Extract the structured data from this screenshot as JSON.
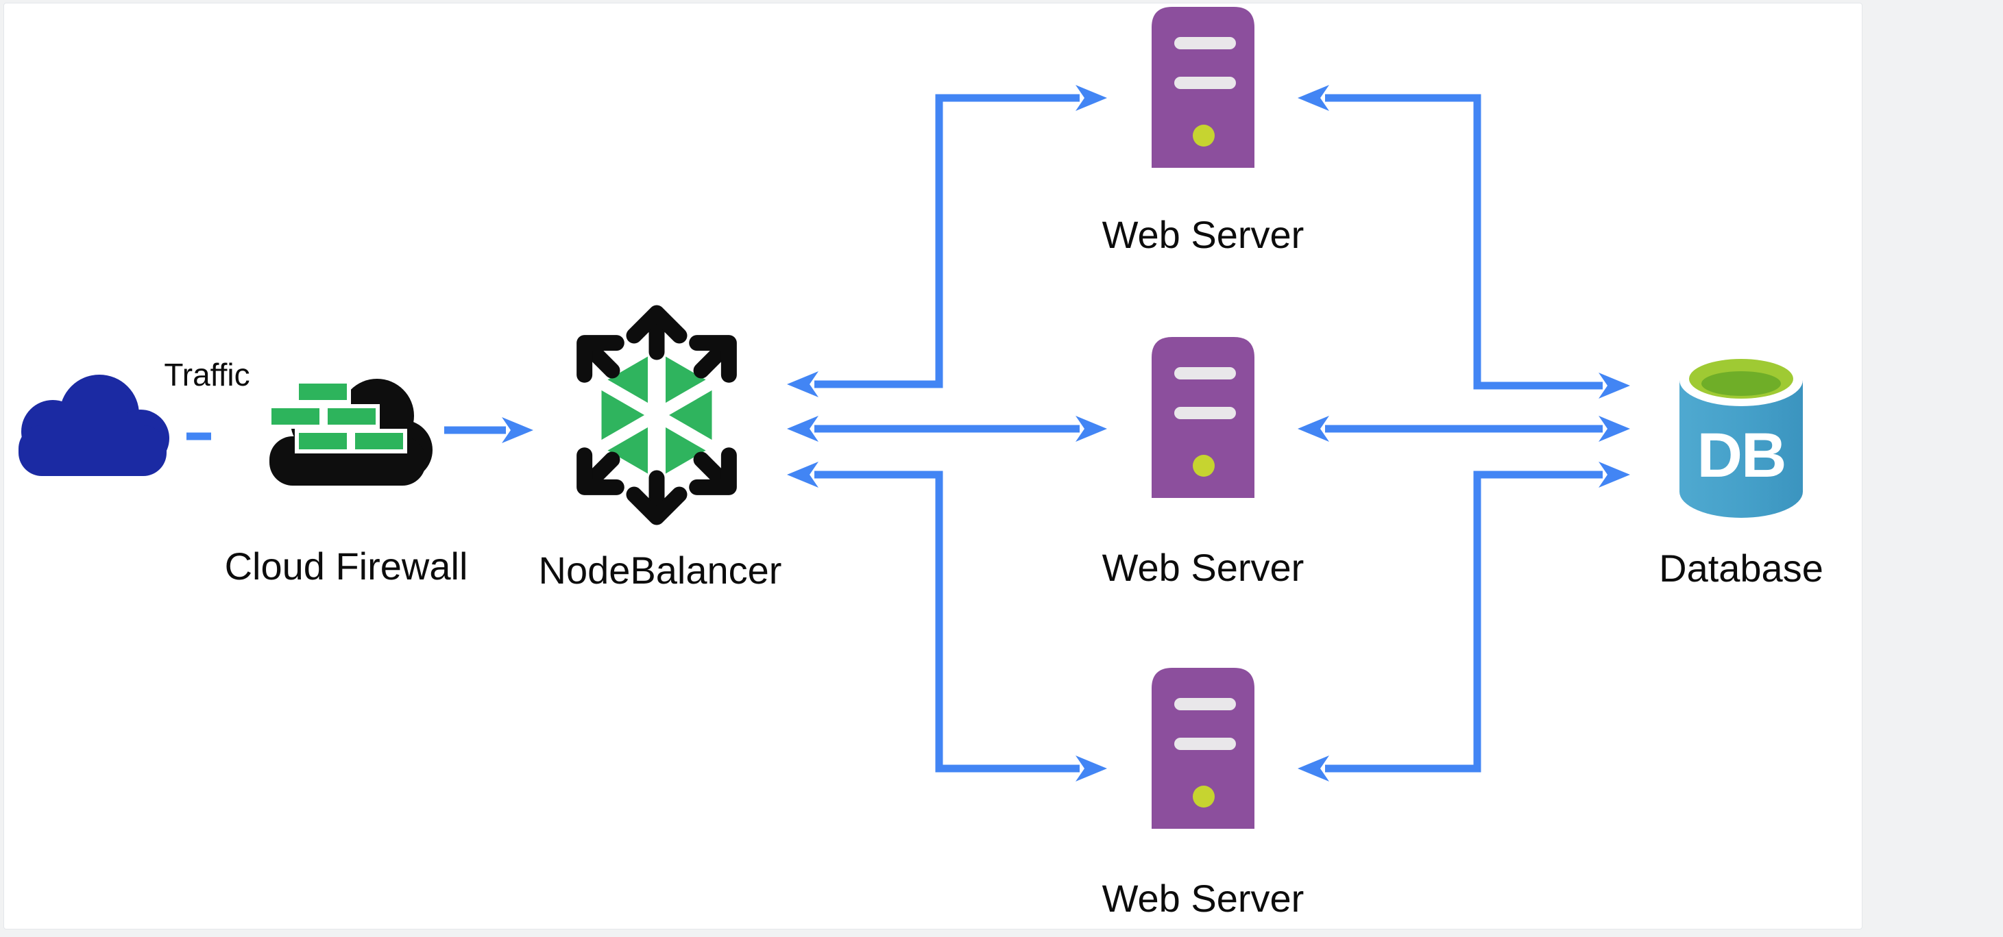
{
  "diagram": {
    "nodes": {
      "traffic": {
        "label": "Traffic"
      },
      "firewall": {
        "label": "Cloud Firewall"
      },
      "nodebalancer": {
        "label": "NodeBalancer"
      },
      "web_servers": [
        {
          "label": "Web Server"
        },
        {
          "label": "Web Server"
        },
        {
          "label": "Web Server"
        }
      ],
      "database": {
        "label": "Database",
        "badge": "DB"
      }
    },
    "connections": [
      "Traffic -- Cloud Firewall (dashed)",
      "Cloud Firewall -> NodeBalancer",
      "NodeBalancer <-> Web Server (top, elbow)",
      "NodeBalancer <-> Web Server (middle, straight)",
      "NodeBalancer <-> Web Server (bottom, elbow)",
      "Web Server (top) <-> Database (elbow)",
      "Web Server (middle) <-> Database (straight)",
      "Web Server (bottom) <-> Database (elbow)"
    ],
    "colors": {
      "arrow_blue": "#4285f4",
      "traffic_cloud_navy": "#1b2aa3",
      "firewall_black": "#0e0e0e",
      "brick_green": "#2db45c",
      "nodebalancer_green": "#2fb45e",
      "nodebalancer_black": "#0d0d0d",
      "server_purple": "#8c4f9d",
      "server_slot_gray": "#e9e7ea",
      "server_led_green": "#c6d430",
      "database_blue_light": "#4fa9d0",
      "database_blue_dark": "#3b94bf",
      "database_top_green": "#9fca33",
      "database_top_green_dark": "#6fae28",
      "canvas_bg": "#ffffff",
      "page_bg": "#f1f2f3",
      "label_text": "#0c0c0c"
    }
  }
}
